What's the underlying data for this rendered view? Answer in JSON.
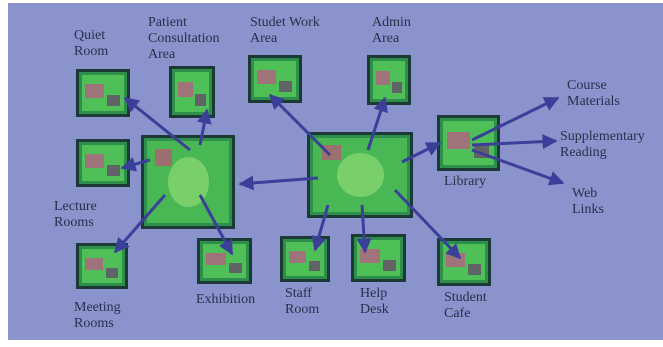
{
  "diagram": {
    "colors": {
      "background": "#8b93cc",
      "arrow": "#3b3f9a",
      "node_border": "#1c3a35",
      "node_fill": "#4fbf58"
    },
    "nodes": {
      "quiet_room": {
        "label": "Quiet\nRoom"
      },
      "patient_consultation": {
        "label": "Patient\nConsultation\nArea"
      },
      "student_work": {
        "label": "Studet Work\nArea"
      },
      "admin": {
        "label": "Admin\nArea"
      },
      "course_materials": {
        "label": "Course\nMaterials"
      },
      "supplementary_reading": {
        "label": "Supplementary\nReading"
      },
      "web_links": {
        "label": "Web\nLinks"
      },
      "library": {
        "label": "Library"
      },
      "lecture_rooms": {
        "label": "Lecture\nRooms"
      },
      "meeting_rooms": {
        "label": "Meeting\nRooms"
      },
      "exhibition": {
        "label": "Exhibition"
      },
      "staff_room": {
        "label": "Staff\nRoom"
      },
      "help_desk": {
        "label": "Help\nDesk"
      },
      "student_cafe": {
        "label": "Student\nCafe"
      }
    }
  }
}
